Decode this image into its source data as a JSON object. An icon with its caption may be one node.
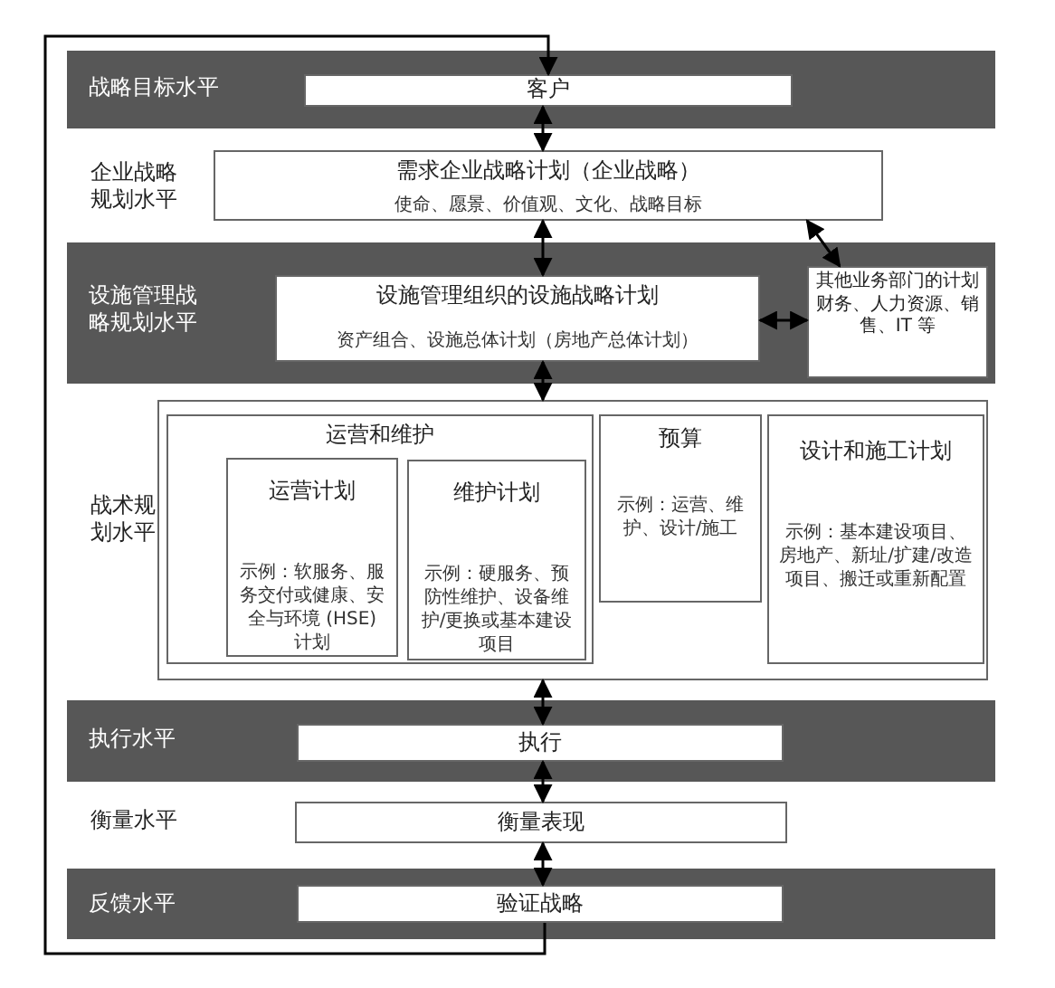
{
  "diagram": {
    "nodes": [
      {
        "text": [
          "战略目标水平"
        ]
      },
      {
        "text": [
          "客户"
        ],
        "in": 0
      },
      {
        "text": [
          "需求企业战略计划（企业战略）",
          "使命、愿景、价值观、文化、战略目标"
        ]
      },
      {
        "text": [
          "设施管理战略规划水平"
        ]
      },
      {
        "text": [
          "设施管理组织的设施战略计划",
          "资产组合、设施总体计划（房地产总体计划）"
        ],
        "in": 3
      },
      {
        "text": [
          "其他业务部门的计划",
          "财务、人力资源、销售、IT 等"
        ],
        "in": 3
      },
      {
        "text": [],
        "shape": "box"
      },
      {
        "text": [
          "运营和维护"
        ],
        "in": 6
      },
      {
        "text": [
          "运营计划",
          "示例：软服务、服务交付或健康、安全与环境 (HSE) 计划"
        ],
        "in": 7
      },
      {
        "text": [
          "维护计划",
          "示例：硬服务、预防性维护、设备维护/更换或基本建设项目"
        ],
        "in": 7
      },
      {
        "text": [
          "预算",
          "示例：运营、维护、设计/施工"
        ],
        "in": 6
      },
      {
        "text": [
          "设计和施工计划",
          "示例：基本建设项目、房地产、新址/扩建/改造项目、搬迁或重新配置"
        ],
        "in": 6
      },
      {
        "text": [
          "执行水平"
        ]
      },
      {
        "text": [
          "执行"
        ],
        "in": 12
      },
      {
        "text": [
          "衡量表现"
        ]
      },
      {
        "text": [
          "反馈水平"
        ]
      },
      {
        "text": [
          "验证战略"
        ],
        "in": 15
      }
    ],
    "edges": [
      {
        "from": 1,
        "to": 2,
        "arrow": "both"
      },
      {
        "from": 2,
        "to": 4,
        "arrow": "both"
      },
      {
        "from": 2,
        "to": 5,
        "arrow": "both"
      },
      {
        "from": 4,
        "to": 5,
        "arrow": "both"
      },
      {
        "from": 4,
        "to": 6,
        "arrow": "both"
      },
      {
        "from": 6,
        "to": 13,
        "arrow": "both"
      },
      {
        "from": 13,
        "to": 14,
        "arrow": "both"
      },
      {
        "from": 14,
        "to": 16,
        "arrow": "both"
      },
      {
        "from": 16,
        "to": 1,
        "arrow": "to"
      }
    ],
    "labels": [
      "企业战略规划水平",
      "战术规划水平",
      "衡量水平"
    ]
  }
}
